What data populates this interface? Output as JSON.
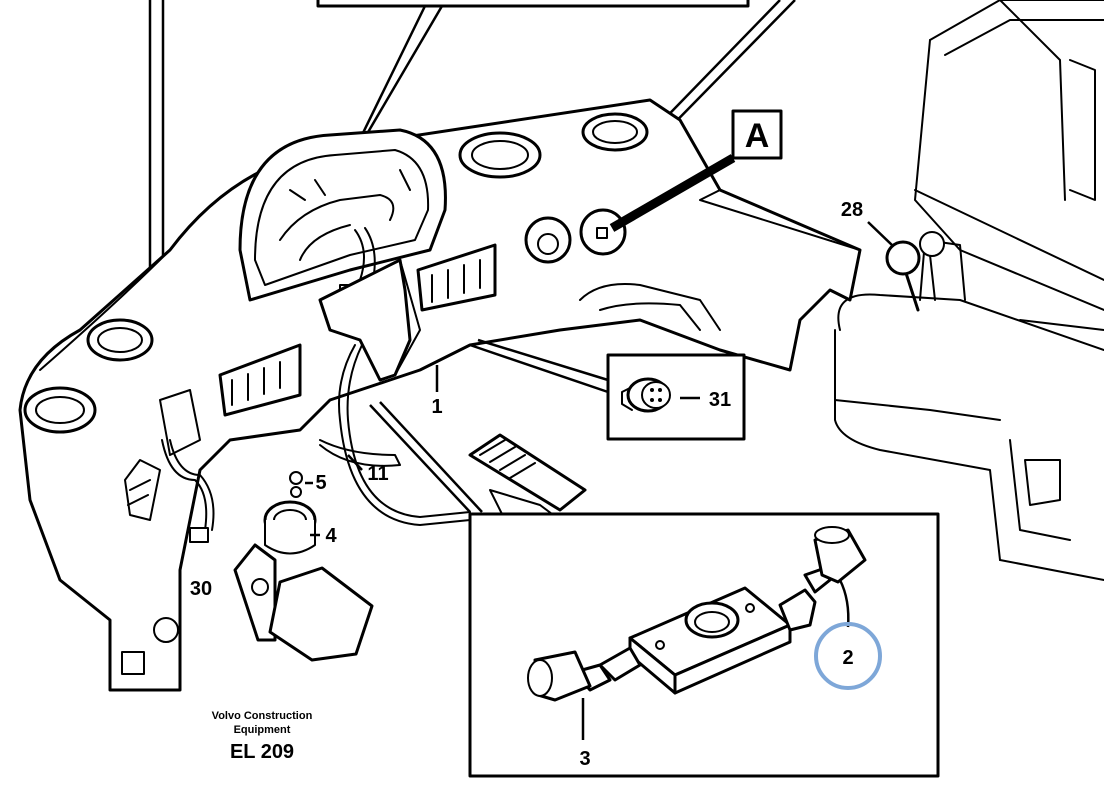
{
  "diagram": {
    "callouts": {
      "c1": "1",
      "c2": "2",
      "c3": "3",
      "c4": "4",
      "c5": "5",
      "c11": "11",
      "c28": "28",
      "c30": "30",
      "c31": "31",
      "cA": "A"
    },
    "brand_line1": "Volvo Construction",
    "brand_line2": "Equipment",
    "code": "EL 209",
    "highlight_color": "#7ea7d8"
  }
}
